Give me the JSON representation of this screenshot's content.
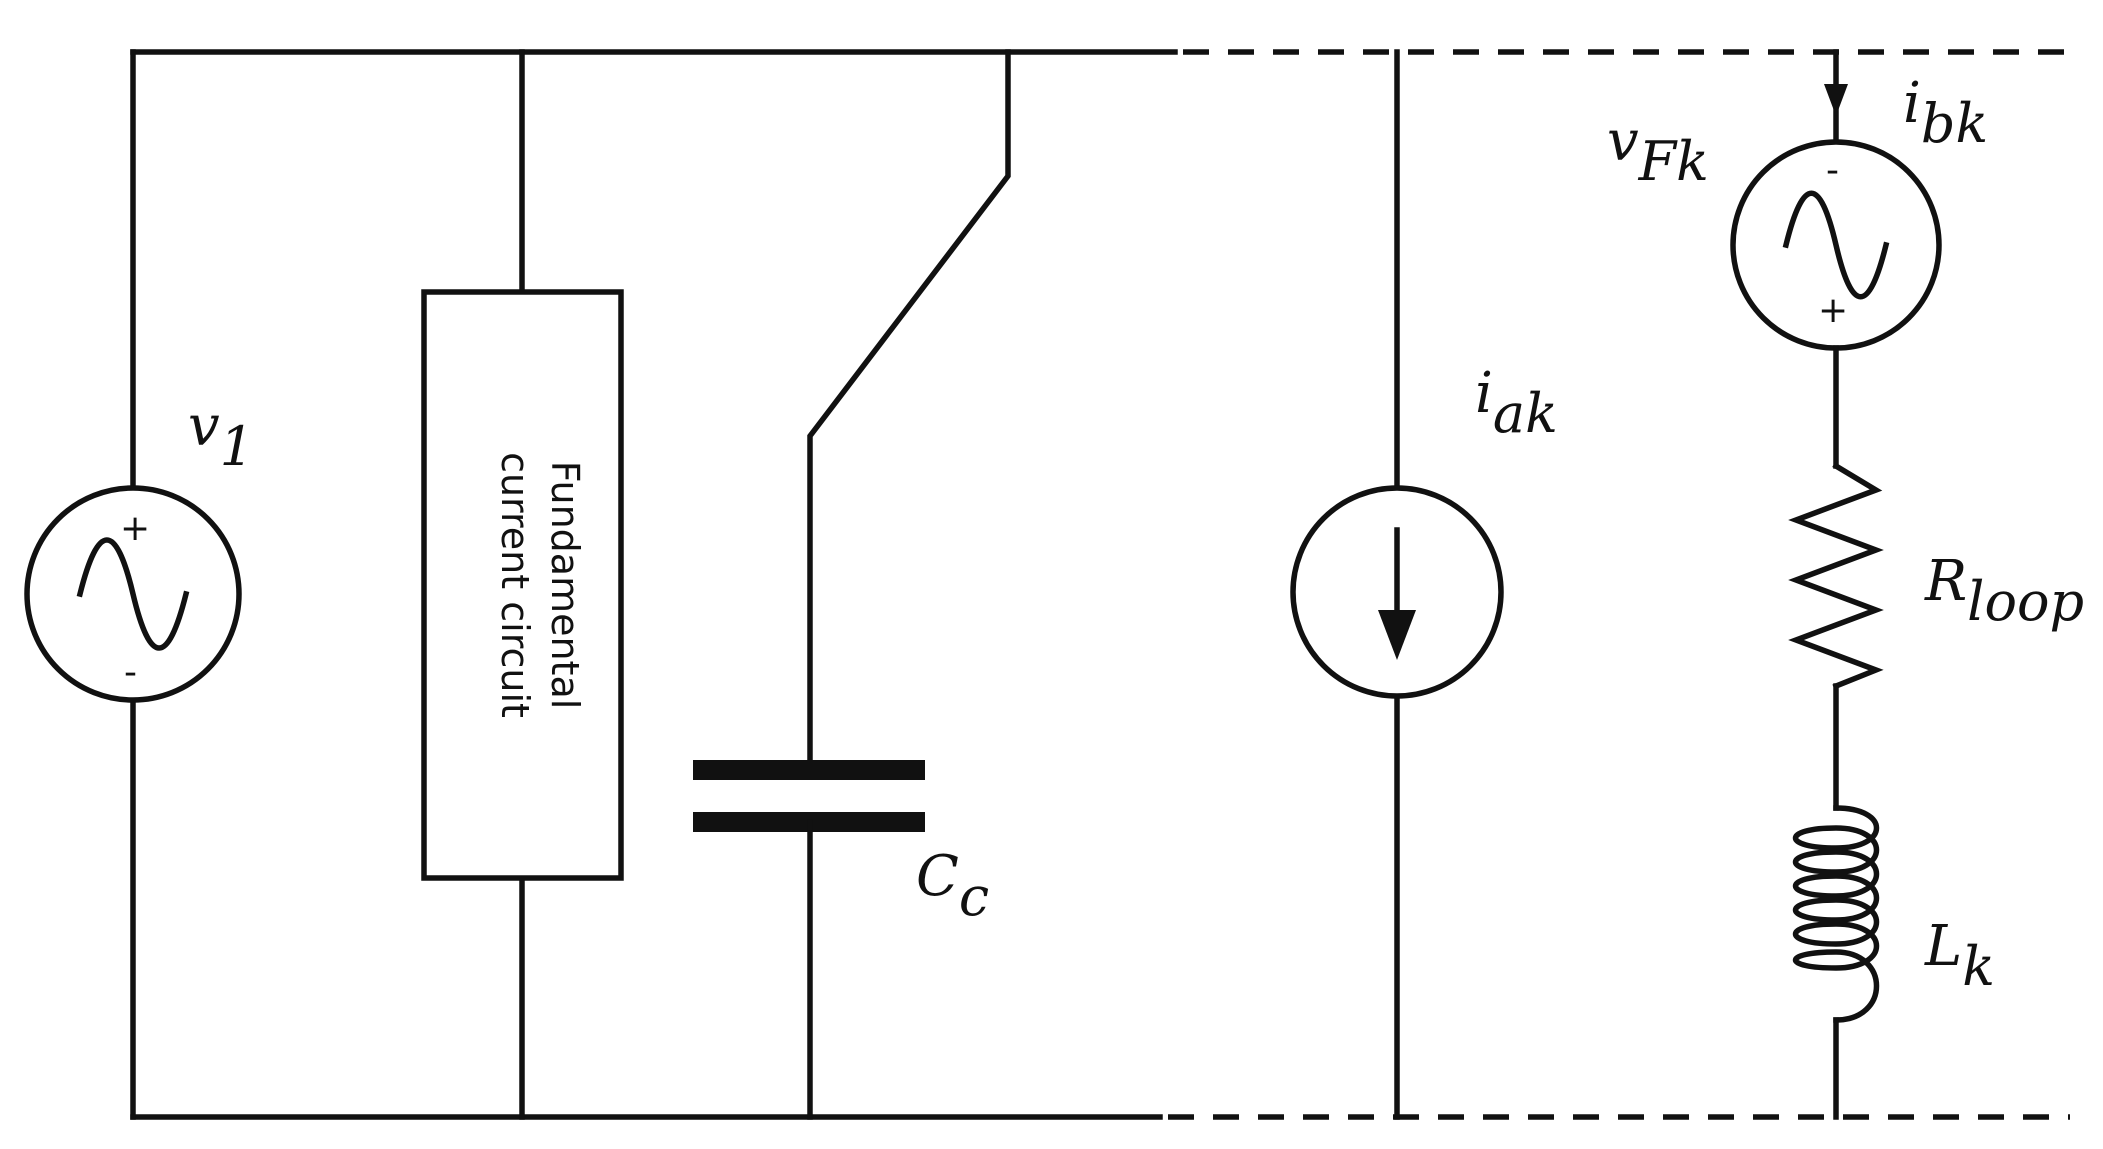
{
  "labels": {
    "v1": {
      "main": "v",
      "sub": "1"
    },
    "cc": {
      "main": "C",
      "sub": "c"
    },
    "iak": {
      "main": "i",
      "sub": "ak"
    },
    "ibk": {
      "main": "i",
      "sub": "bk"
    },
    "vfk": {
      "main": "v",
      "sub": "Fk"
    },
    "rloop": {
      "main": "R",
      "sub": "loop"
    },
    "lk": {
      "main": "L",
      "sub": "k"
    }
  },
  "fundamental_block": {
    "line1": "Fundamental",
    "line2": "current circuit"
  },
  "polarity": {
    "plus": "+",
    "minus": "-"
  }
}
